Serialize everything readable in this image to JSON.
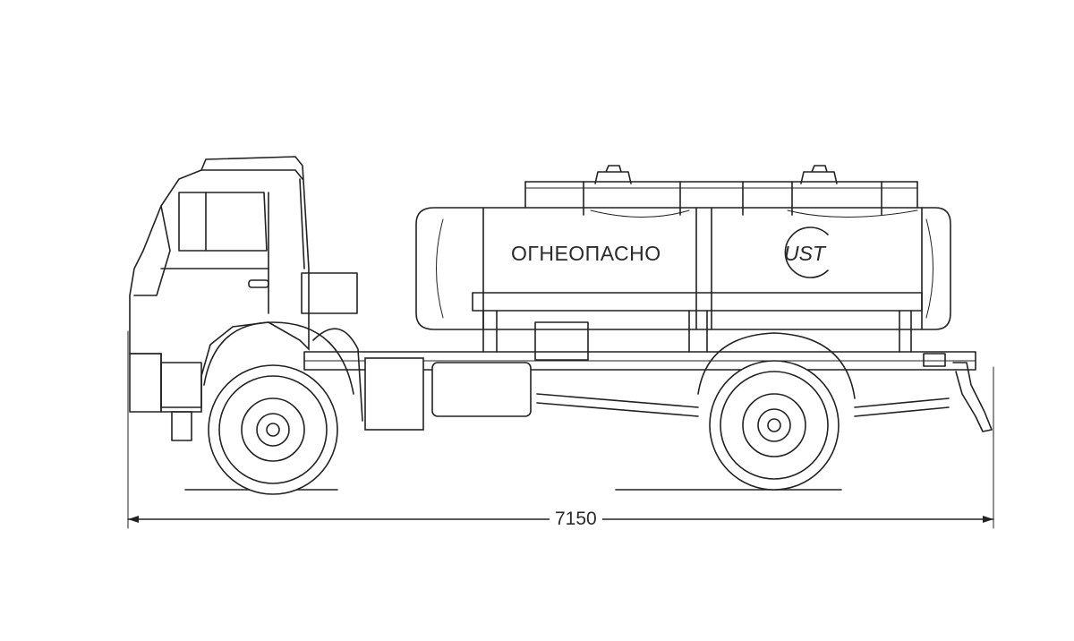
{
  "tank": {
    "warning_text": "ОГНЕОПАСНО",
    "brand_logo": "UST"
  },
  "dimensions": {
    "overall_length": "7150"
  }
}
